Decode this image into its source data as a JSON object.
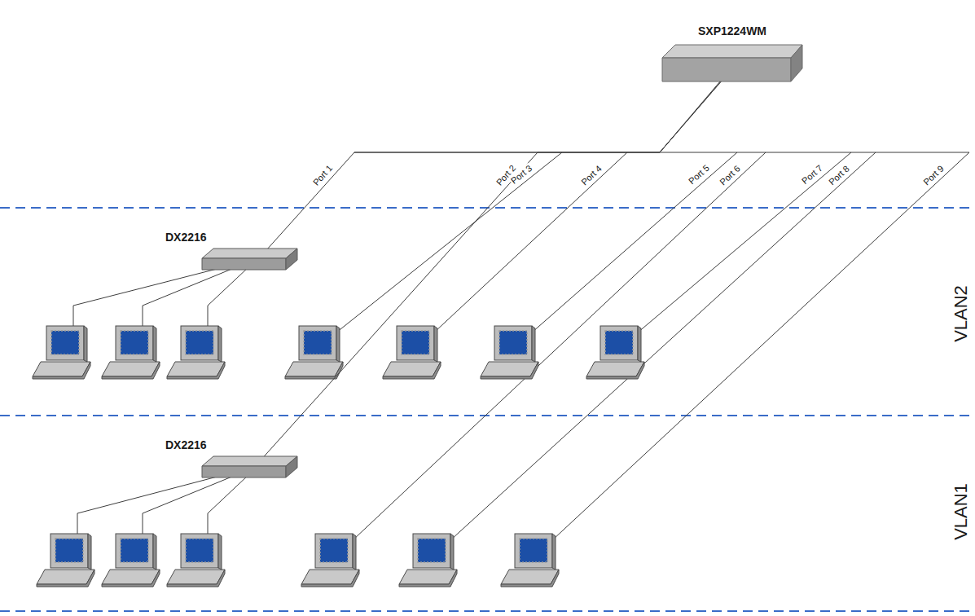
{
  "diagram": {
    "nodes": [
      {
        "text": [
          "SXP1224WM"
        ]
      },
      {
        "text": [
          "DX2216"
        ]
      },
      {
        "text": [
          "DX2216"
        ]
      }
    ],
    "edges": [
      {
        "from": 0,
        "to": 1,
        "arrow": "none",
        "label": "Port 1"
      },
      {
        "from": 0,
        "to": 2,
        "arrow": "none",
        "label": "Port 2"
      }
    ],
    "labels": [
      "Port 3",
      "Port 4",
      "Port 5",
      "Port 6",
      "Port 7",
      "Port 8",
      "Port 9",
      "VLAN2",
      "VLAN1"
    ]
  }
}
